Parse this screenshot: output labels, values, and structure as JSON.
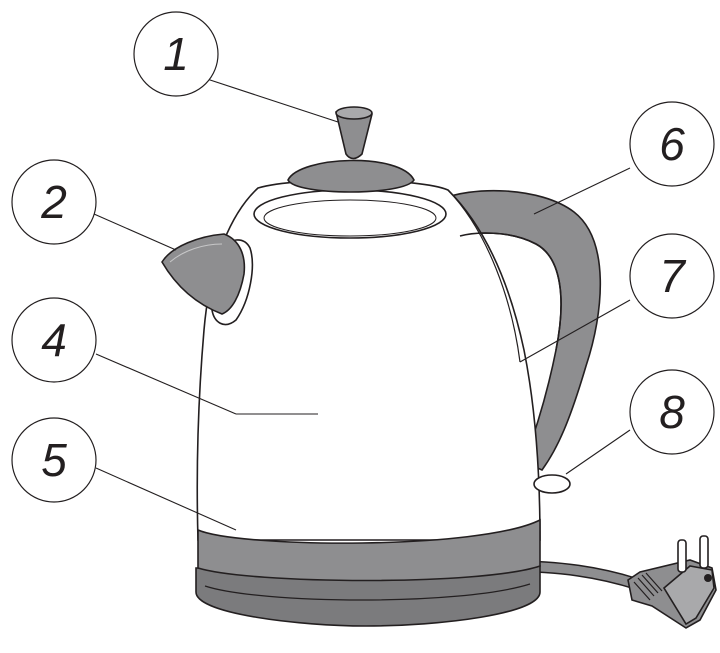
{
  "colors": {
    "body": "#ffffff",
    "outline": "#231f20",
    "grey_dark": "#7b7b7d",
    "grey_mid": "#8e8e90",
    "grey_light": "#a9a9ab"
  },
  "callouts": [
    {
      "id": "1",
      "label": "1"
    },
    {
      "id": "2",
      "label": "2"
    },
    {
      "id": "4",
      "label": "4"
    },
    {
      "id": "5",
      "label": "5"
    },
    {
      "id": "6",
      "label": "6"
    },
    {
      "id": "7",
      "label": "7"
    },
    {
      "id": "8",
      "label": "8"
    }
  ]
}
